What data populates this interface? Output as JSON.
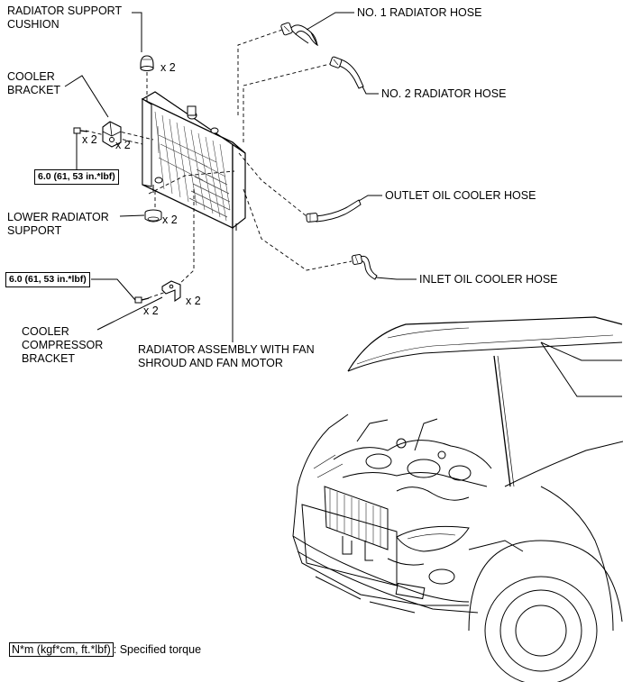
{
  "labels": {
    "radiator_support_cushion_line1": "RADIATOR SUPPORT",
    "radiator_support_cushion_line2": "CUSHION",
    "cooler_bracket_line1": "COOLER",
    "cooler_bracket_line2": "BRACKET",
    "lower_radiator_support_line1": "LOWER RADIATOR",
    "lower_radiator_support_line2": "SUPPORT",
    "cooler_compressor_bracket_line1": "COOLER",
    "cooler_compressor_bracket_line2": "COMPRESSOR",
    "cooler_compressor_bracket_line3": "BRACKET",
    "no1_radiator_hose": "NO. 1 RADIATOR HOSE",
    "no2_radiator_hose": "NO. 2 RADIATOR HOSE",
    "outlet_oil_cooler_hose": "OUTLET OIL COOLER HOSE",
    "inlet_oil_cooler_hose": "INLET OIL COOLER HOSE",
    "radiator_assembly_line1": "RADIATOR ASSEMBLY WITH FAN",
    "radiator_assembly_line2": "SHROUD AND FAN MOTOR"
  },
  "quantities": {
    "cushion": "x 2",
    "bracket_bolt": "x 2",
    "bracket": "x 2",
    "lower_support": "x 2",
    "compressor_bolt": "x 2",
    "compressor_bracket": "x 2"
  },
  "torque": {
    "upper": "6.0 (61, 53 in.*lbf)",
    "lower": "6.0 (61, 53 in.*lbf)"
  },
  "legend": {
    "unit_box": "N*m (kgf*cm, ft.*lbf)",
    "description": ": Specified torque"
  }
}
